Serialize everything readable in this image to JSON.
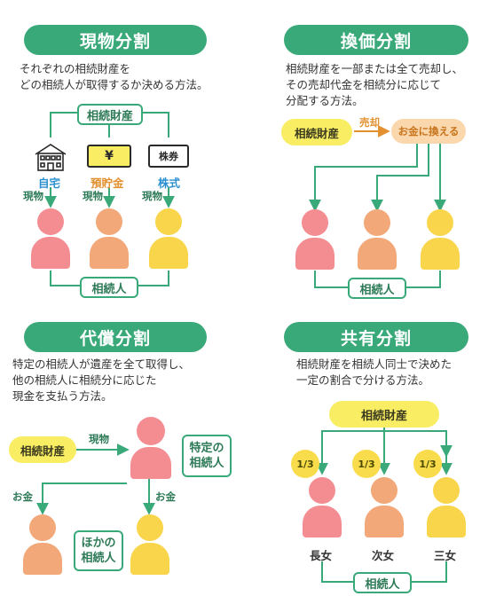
{
  "colors": {
    "green": "#3aa97a",
    "pink": "#f48d92",
    "peach": "#f2a878",
    "yellow": "#f9d54b",
    "orange": "#e39130",
    "pill_yellow": "#f8ed63",
    "pill_peach": "#fbd7ad"
  },
  "q1": {
    "title": "現物分割",
    "desc": [
      "それぞれの相続財産を",
      "どの相続人が取得するか決める方法。"
    ],
    "asset_box": "相続財産",
    "house_label": "自宅",
    "savings_label": "預貯金",
    "stock_label": "株式",
    "yen_symbol": "¥",
    "stock_card": "株券",
    "arrow_label": "現物",
    "heirs_box": "相続人"
  },
  "q2": {
    "title": "換価分割",
    "desc": [
      "相続財産を一部または全て売却し、",
      "その売却代金を相続分に応じて",
      "分配する方法。"
    ],
    "asset_pill": "相続財産",
    "sell_label": "売却",
    "cash_pill": "お金に換える",
    "heirs_box": "相続人"
  },
  "q3": {
    "title": "代償分割",
    "desc": [
      "特定の相続人が遺産を全て取得し、",
      "他の相続人に相続分に応じた",
      "現金を支払う方法。"
    ],
    "asset_pill": "相続財産",
    "arrow_label": "現物",
    "specific_box": [
      "特定の",
      "相続人"
    ],
    "money_left": "お金",
    "money_right": "お金",
    "other_box": [
      "ほかの",
      "相続人"
    ]
  },
  "q4": {
    "title": "共有分割",
    "desc": [
      "相続財産を相続人同士で決めた",
      "一定の割合で分ける方法。"
    ],
    "asset_pill": "相続財産",
    "ratios": [
      "1/3",
      "1/3",
      "1/3"
    ],
    "heir_names": [
      "長女",
      "次女",
      "三女"
    ],
    "heirs_box": "相続人"
  }
}
